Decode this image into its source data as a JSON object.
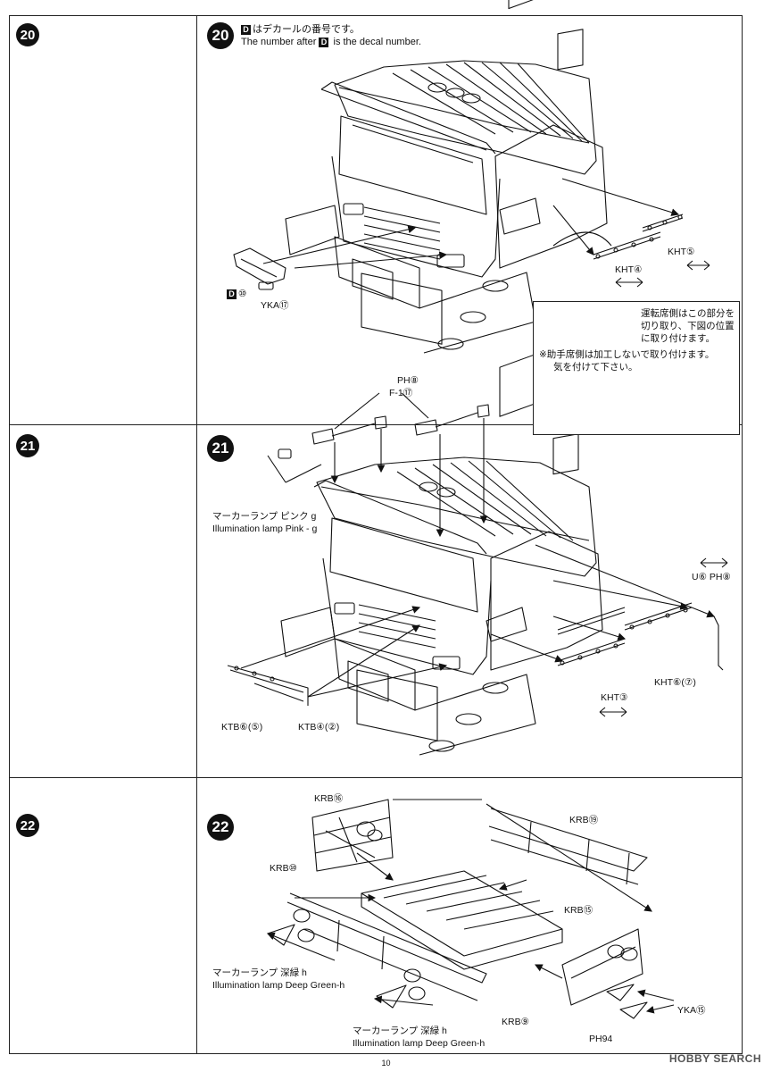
{
  "steps": [
    {
      "number": "20"
    },
    {
      "number": "21"
    },
    {
      "number": "22"
    }
  ],
  "step20": {
    "note_jp": "はデカールの番号です。",
    "note_en": "The number after",
    "note_en_tail": "is the decal number.",
    "decal_letter": "D",
    "labels": {
      "yka": "YKA⑰",
      "decal": "⑩",
      "kht4": "KHT④",
      "kht5": "KHT⑤"
    },
    "callout": {
      "line1": "運転席側はこの部分を",
      "line2": "切り取り、下図の位置",
      "line3": "に取り付けます。",
      "line4": "※助手席側は加工しないで取り付けます。",
      "line5": "気を付けて下さい。"
    }
  },
  "step21": {
    "labels": {
      "ph": "PH⑧",
      "f1": "F-1⑰",
      "marker_jp": "マーカーランプ ピンク g",
      "marker_en": "Illumination lamp Pink - g",
      "u6": "U⑥ PH⑧",
      "kht3": "KHT③",
      "kht6": "KHT⑥(⑦)",
      "ktb6": "KTB⑥(⑤)",
      "ktb4": "KTB④(②)"
    }
  },
  "step22": {
    "labels": {
      "krb16": "KRB⑯",
      "krb19": "KRB⑲",
      "krb10": "KRB⑩",
      "krb15": "KRB⑮",
      "krb9": "KRB⑨",
      "yka15": "YKA⑮",
      "ph94": "PH94",
      "marker1_jp": "マーカーランプ 深緑 h",
      "marker1_en": "Illumination lamp Deep Green-h",
      "marker2_jp": "マーカーランプ 深緑 h",
      "marker2_en": "Illumination lamp Deep Green-h"
    }
  },
  "page_number": "10",
  "watermark": "HOBBY SEARCH"
}
